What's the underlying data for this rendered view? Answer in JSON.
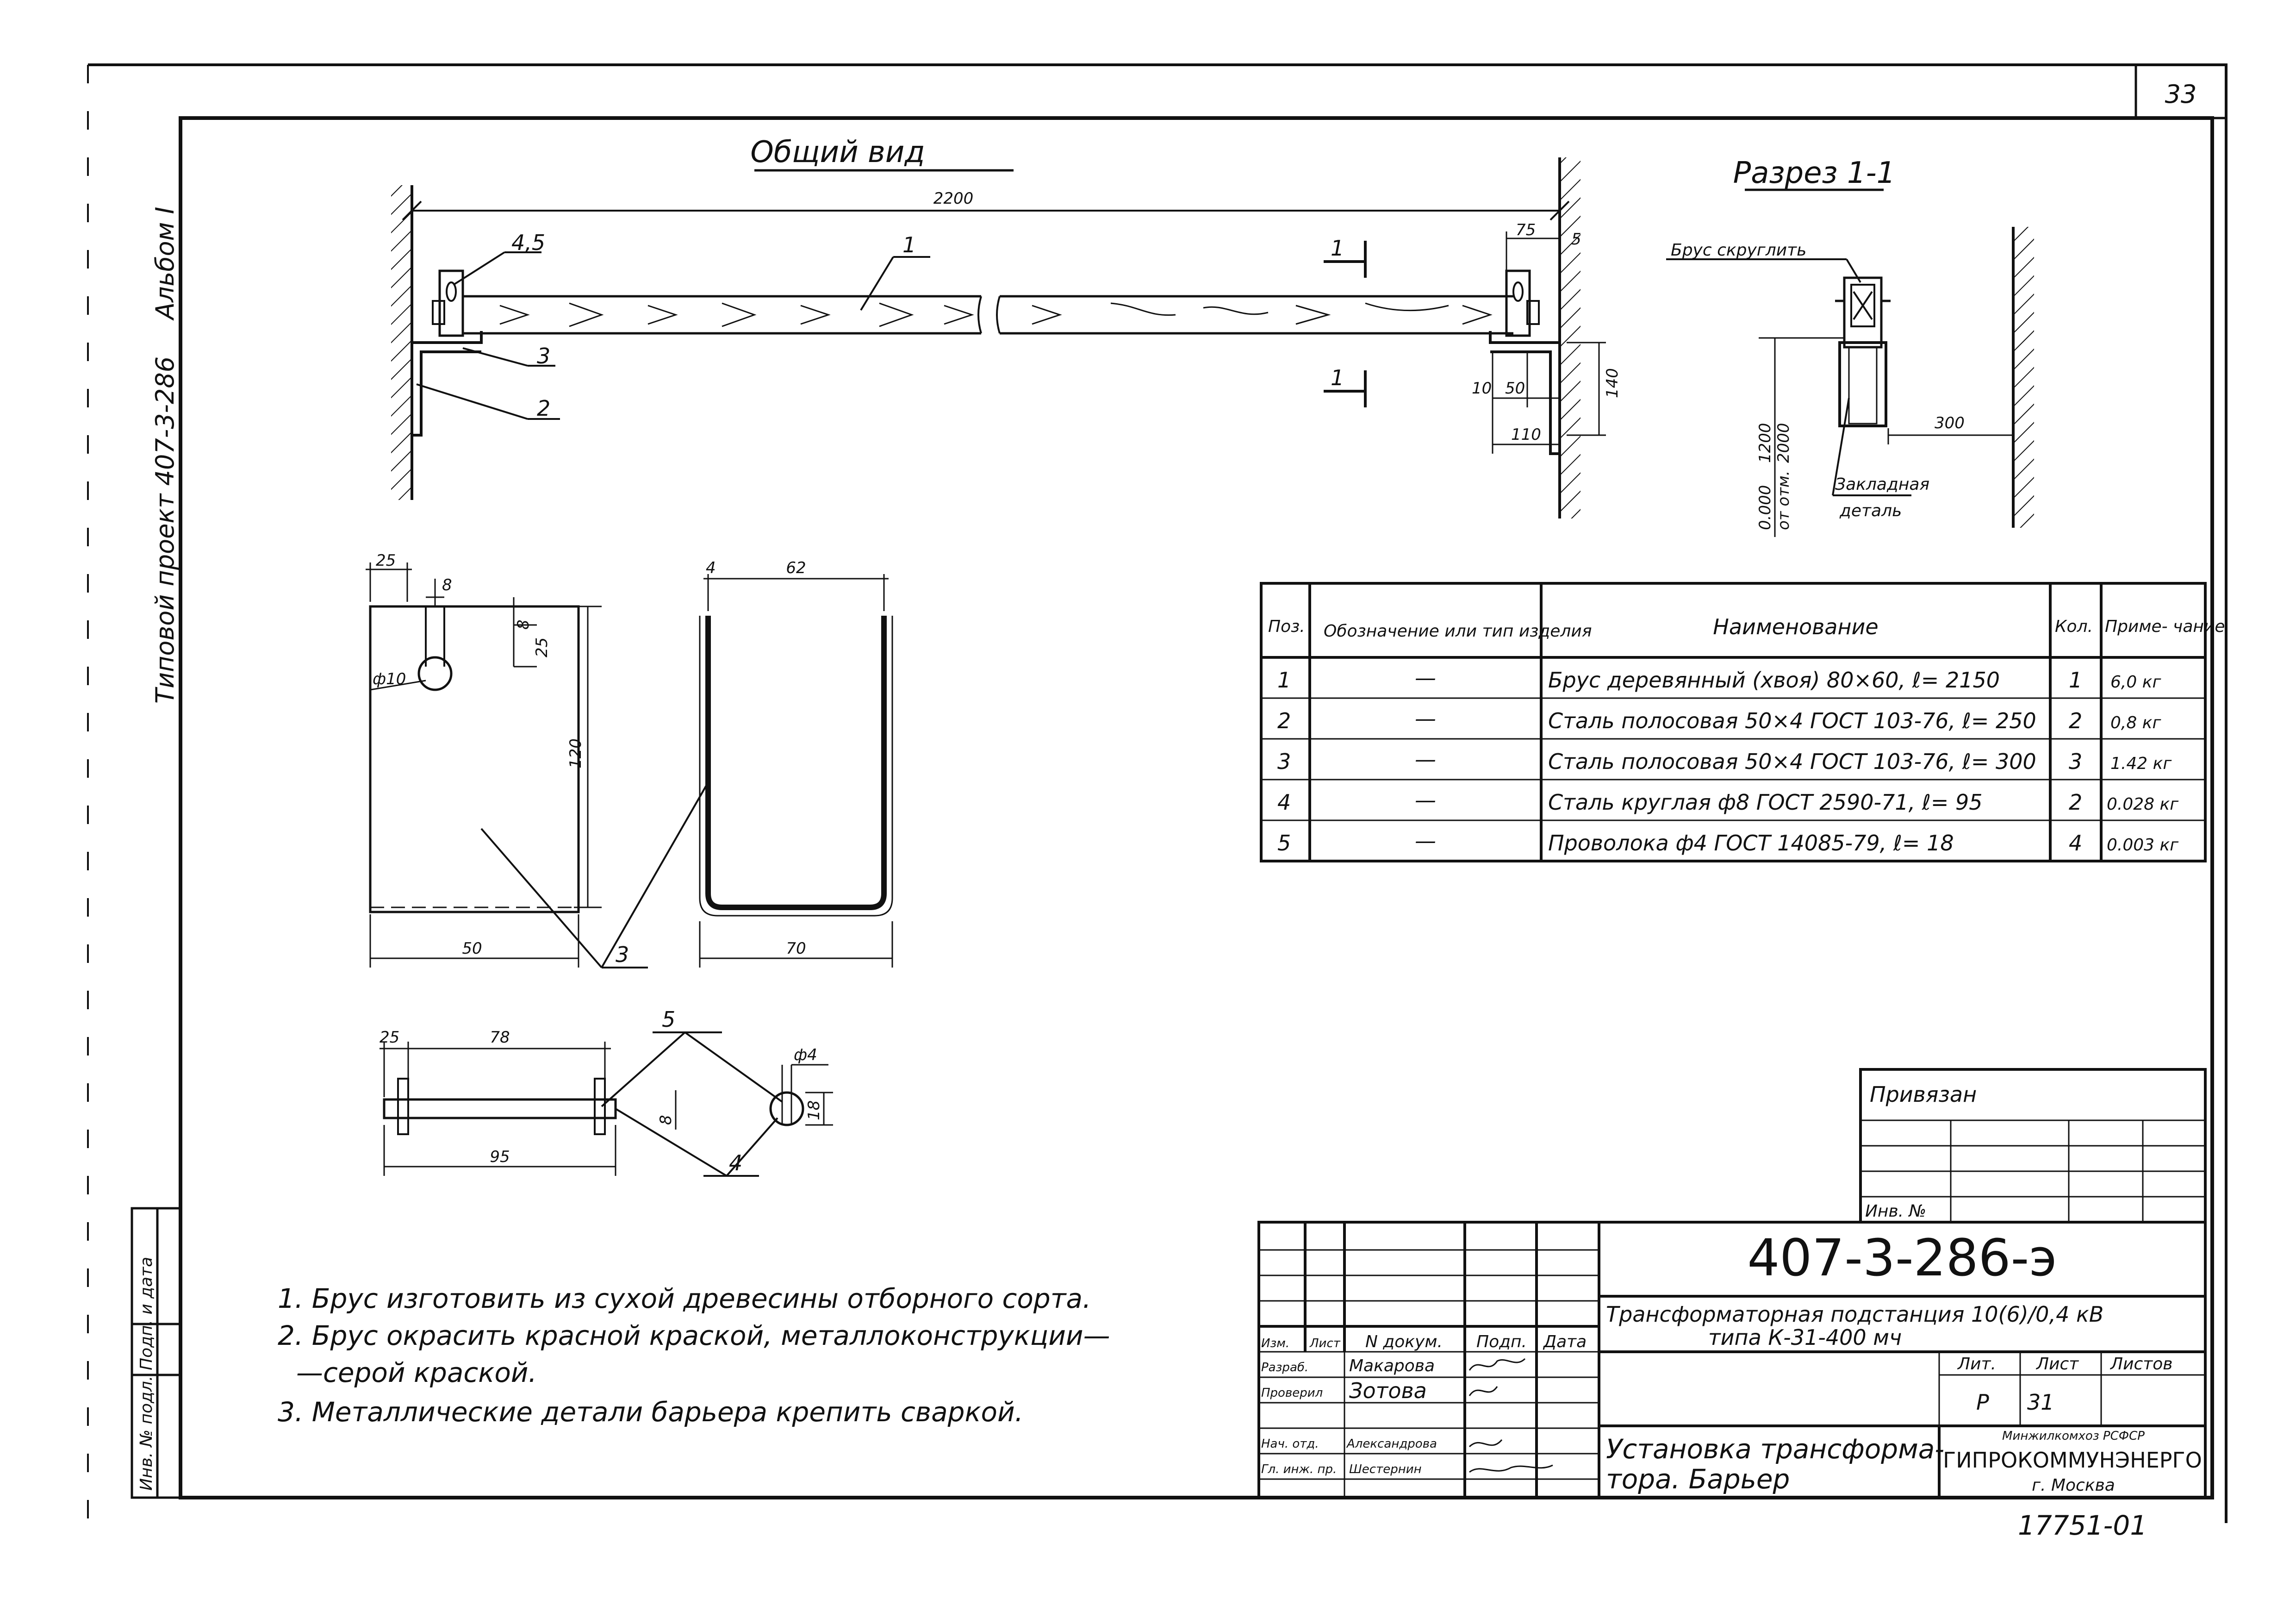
{
  "sheet": {
    "page_number": "33",
    "archive_code": "17751-01",
    "side_project": "Типовой проект 407-3-286",
    "side_album": "Альбом I",
    "side_stamp_inv": "Инв. № подл.",
    "side_stamp_sign": "Подп. и дата"
  },
  "general_view": {
    "title": "Общий вид",
    "dim_total": "2200",
    "dim_75": "75",
    "dim_5": "5",
    "dim_140": "140",
    "dim_10": "10",
    "dim_50": "50",
    "dim_110": "110",
    "pos_1": "1",
    "pos_2": "2",
    "pos_3": "3",
    "pos_45": "4,5",
    "cut_label": "1"
  },
  "section": {
    "title": "Разрез 1-1",
    "note_round": "Брус скруглить",
    "note_embed_1": "Закладная",
    "note_embed_2": "деталь",
    "dim_300": "300",
    "dim_1200": "1200",
    "dim_2000": "2000",
    "dim_floor": "от отм.",
    "dim_floor_2": "0.000"
  },
  "detail_plate": {
    "dim_25a": "25",
    "dim_8": "8",
    "dim_8v": "8",
    "dim_25b": "25",
    "dim_120": "120",
    "dim_phi10": "ф10",
    "dim_50": "50"
  },
  "detail_bracket": {
    "dim_4": "4",
    "dim_62": "62",
    "dim_70": "70",
    "pos_3": "3"
  },
  "detail_pin": {
    "dim_25": "25",
    "dim_78": "78",
    "dim_95": "95",
    "dim_phi4": "ф4",
    "dim_18": "18",
    "dim_8": "8",
    "pos_5": "5",
    "pos_4": "4"
  },
  "spec_table": {
    "headers": [
      "Поз.",
      "Обозначение или тип изделия",
      "Наименование",
      "Кол.",
      "Приме- чание"
    ],
    "rows": [
      [
        "1",
        "—",
        "Брус деревянный (хвоя) 80×60, ℓ= 2150",
        "1",
        "6,0 кг"
      ],
      [
        "2",
        "—",
        "Сталь полосовая 50×4 ГОСТ 103-76, ℓ= 250",
        "2",
        "0,8 кг"
      ],
      [
        "3",
        "—",
        "Сталь полосовая 50×4 ГОСТ 103-76, ℓ= 300",
        "3",
        "1.42 кг"
      ],
      [
        "4",
        "—",
        "Сталь круглая ф8 ГОСТ 2590-71, ℓ= 95",
        "2",
        "0.028 кг"
      ],
      [
        "5",
        "—",
        "Проволока ф4 ГОСТ 14085-79, ℓ= 18",
        "4",
        "0.003 кг"
      ]
    ]
  },
  "notes": [
    "1. Брус изготовить из сухой древесины отборного сорта.",
    "2. Брус окрасить красной краской, металлоконструкции—",
    "—серой краской.",
    "3. Металлические детали барьера крепить сваркой."
  ],
  "binding_box": {
    "label": "Привязан",
    "inv_label": "Инв. №"
  },
  "title_block": {
    "doc_code": "407-3-286-э",
    "project_line_1": "Трансформаторная подстанция 10(6)/0,4 кВ",
    "project_line_2": "типа К-31-400 мч",
    "header_izm": "Изм.",
    "header_list": "Лист",
    "header_doc": "N докум.",
    "header_sign": "Подп.",
    "header_date": "Дата",
    "roles": [
      "Разраб.",
      "Проверил",
      "",
      "Нач. отд.",
      "Гл. инж. пр."
    ],
    "names": [
      "Макарова",
      "Зотова",
      "",
      "Александрова",
      "Шестернин"
    ],
    "lit_label": "Лит.",
    "sheet_label": "Лист",
    "sheets_label": "Листов",
    "lit_value": "Р",
    "sheet_value": "31",
    "drawing_title_1": "Установка трансформа-",
    "drawing_title_2": "тора. Барьер",
    "org_ministry": "Минжилкомхоз РСФСР",
    "org_name": "ГИПРОКОММУНЭНЕРГО",
    "org_city": "г. Москва"
  }
}
